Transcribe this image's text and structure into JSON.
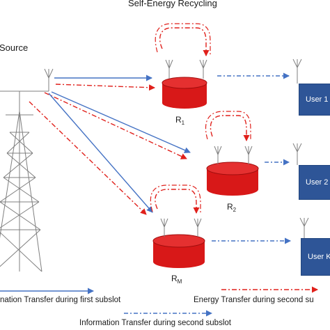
{
  "title": "Self-Energy Recycling",
  "source_label": "Source",
  "relays": [
    {
      "name": "R",
      "sub": "1"
    },
    {
      "name": "R",
      "sub": "2"
    },
    {
      "name": "R",
      "sub": "M"
    }
  ],
  "users": [
    "User 1",
    "User 2",
    "User K"
  ],
  "legend": {
    "info_first": "nation Transfer during first subslot",
    "energy_second": "Energy Transfer during second su",
    "info_second": "Information Transfer during second subslot"
  },
  "colors": {
    "information": "#4472c4",
    "energy": "#e0201b",
    "relay_fill": "#d81818",
    "relay_dark": "#a00d0d",
    "user_box": "#2e5597"
  }
}
